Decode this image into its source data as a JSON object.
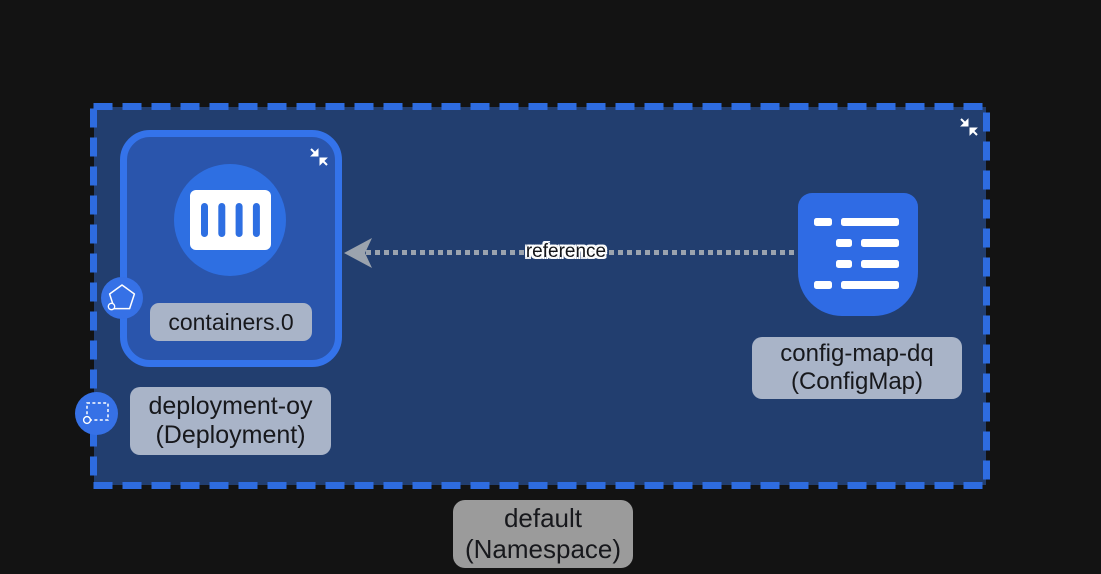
{
  "colors": {
    "background": "#131313",
    "namespace_fill": "#223e6f",
    "namespace_border": "#2e6ce0",
    "node_fill": "#2a55ac",
    "node_border": "#3473ea",
    "accent_blue": "#2e6fe2",
    "configmap_blue": "#2f6be4",
    "badge_blue": "#3671e6",
    "label_bg": "#a9b4c8",
    "namespace_label_bg": "#9b9b9b",
    "label_text": "#17181c",
    "edge_gray": "#9ba3ae"
  },
  "namespace": {
    "name": "default",
    "kind_label": "(Namespace)"
  },
  "deployment": {
    "name": "deployment-oy",
    "kind_label": "(Deployment)",
    "container_label": "containers.0"
  },
  "configmap": {
    "name": "config-map-dq",
    "kind_label": "(ConfigMap)"
  },
  "edge": {
    "label": "reference"
  },
  "icons": {
    "collapse": "collapse-arrows-icon",
    "pod": "pentagon-pod-icon",
    "deployment": "dashed-square-icon",
    "container": "container-bars-icon",
    "configmap": "list-lines-icon",
    "arrowhead": "left-arrowhead-icon"
  }
}
